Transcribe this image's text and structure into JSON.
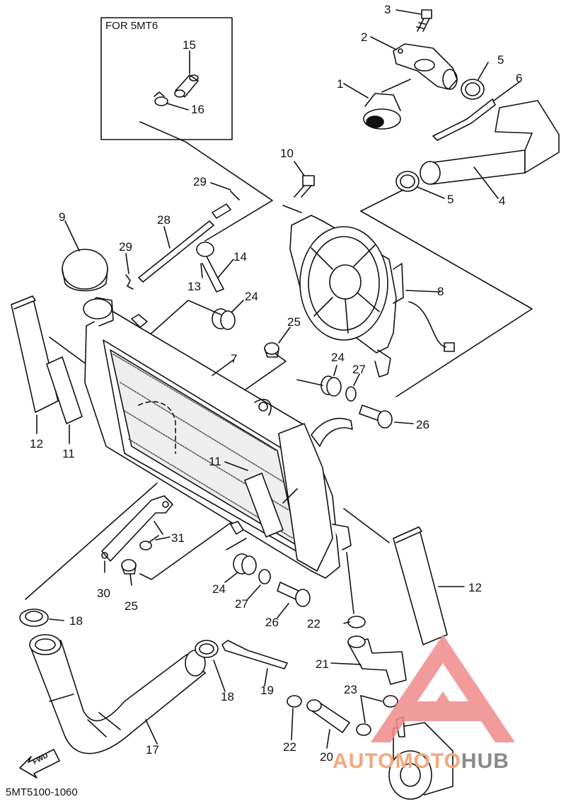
{
  "inset": {
    "title": "FOR 5MT6"
  },
  "labels": {
    "p1": "1",
    "p2": "2",
    "p3": "3",
    "p4": "4",
    "p5a": "5",
    "p5b": "5",
    "p6": "6",
    "p7": "7",
    "p8": "8",
    "p9": "9",
    "p10": "10",
    "p11a": "11",
    "p11b": "11",
    "p12a": "12",
    "p12b": "12",
    "p13": "13",
    "p14": "14",
    "p15": "15",
    "p16": "16",
    "p17": "17",
    "p18a": "18",
    "p18b": "18",
    "p19": "19",
    "p20": "20",
    "p21": "21",
    "p22a": "22",
    "p22b": "22",
    "p23": "23",
    "p24a": "24",
    "p24b": "24",
    "p24c": "24",
    "p25a": "25",
    "p25b": "25",
    "p26a": "26",
    "p26b": "26",
    "p27a": "27",
    "p27b": "27",
    "p28": "28",
    "p29a": "29",
    "p29b": "29",
    "p30": "30",
    "p31": "31"
  },
  "fwd_mark": "FWD",
  "footer": "5MT5100-1060",
  "watermark": {
    "part1": "AUTOMOTO",
    "part2": "HUB",
    "color_main": "#f3a77e",
    "color_hub": "#8a8a8a",
    "logo_color": "#f08a8a"
  }
}
